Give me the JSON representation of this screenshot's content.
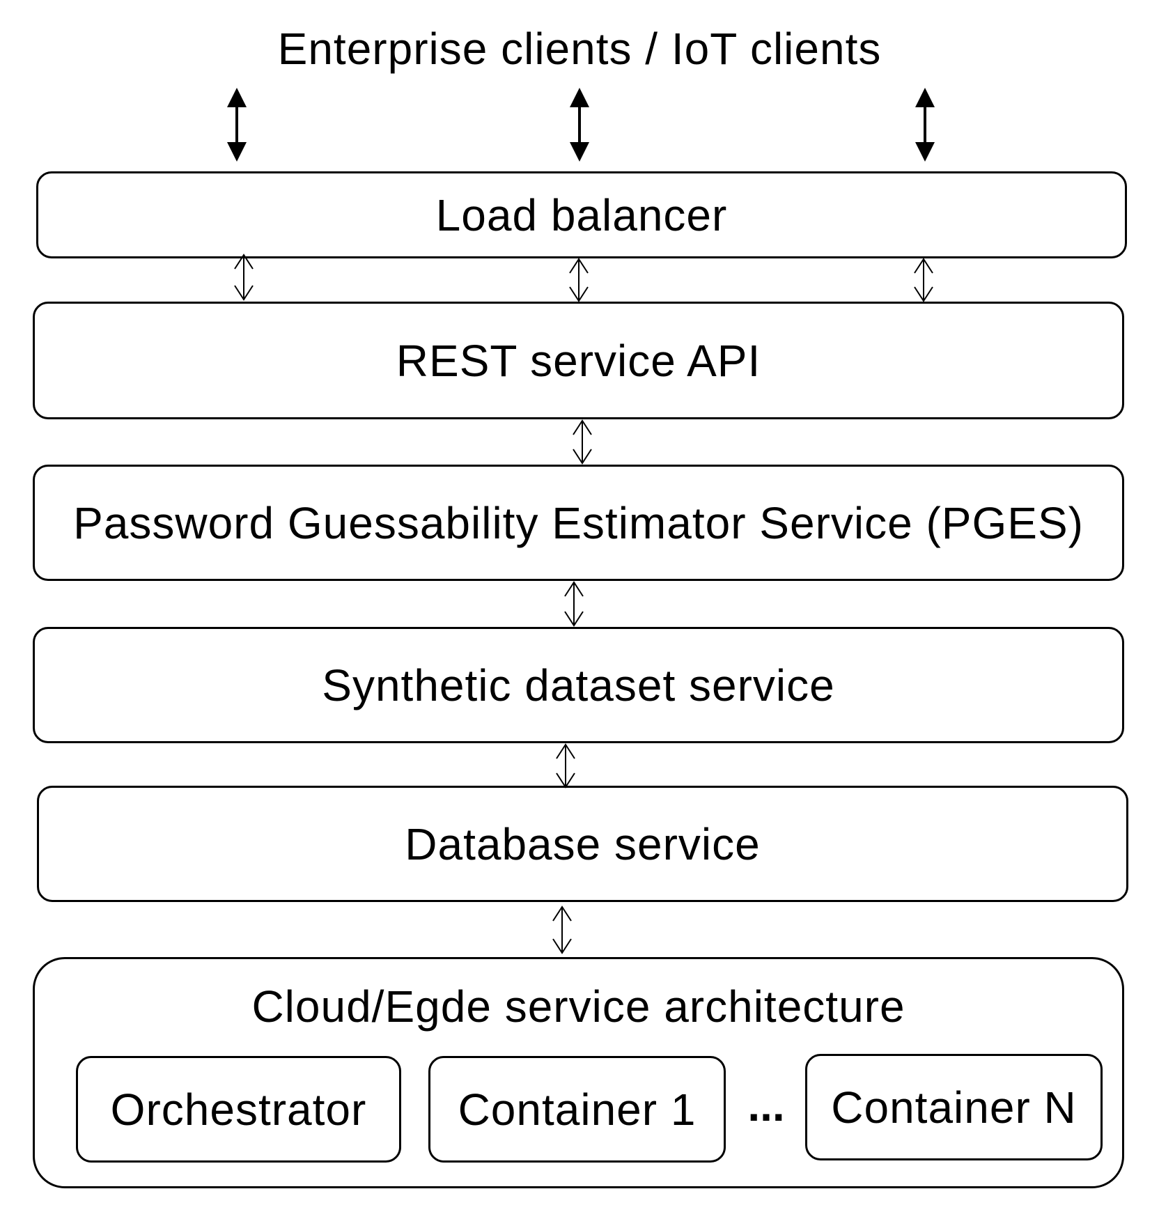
{
  "diagram": {
    "clients_label": "Enterprise clients / IoT clients",
    "layers": {
      "load_balancer": "Load balancer",
      "rest_api": "REST service API",
      "pges": "Password Guessability Estimator Service (PGES)",
      "synthetic_dataset": "Synthetic dataset service",
      "database": "Database service"
    },
    "cloud": {
      "title": "Cloud/Egde service architecture",
      "orchestrator": "Orchestrator",
      "container_first": "Container 1",
      "ellipsis": "...",
      "container_last": "Container N"
    }
  }
}
